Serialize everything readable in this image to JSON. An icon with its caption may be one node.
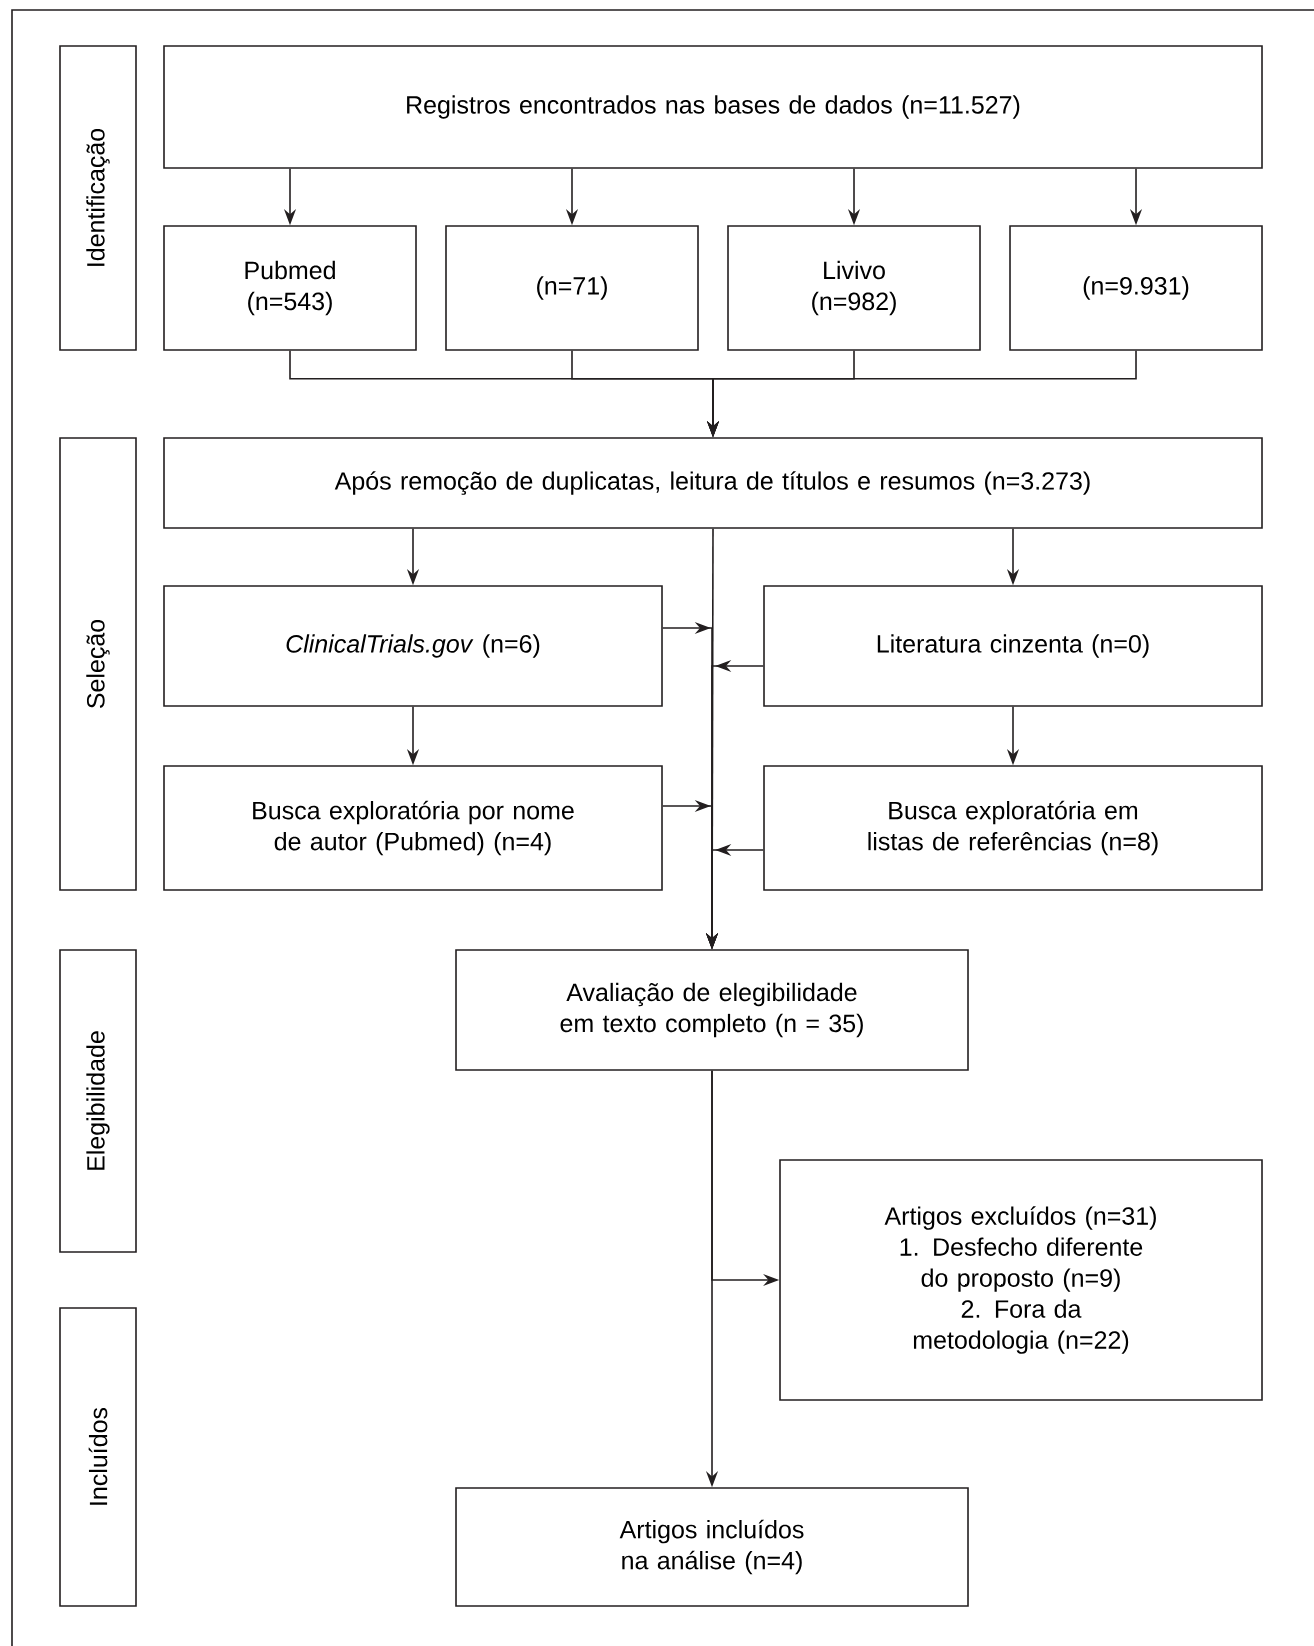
{
  "diagram": {
    "nodes": [
      {
        "text": [
          "Identificação"
        ]
      },
      {
        "text": [
          "Registros encontrados nas bases de dados (n=11.527)"
        ]
      },
      {
        "text": [
          "Pubmed (n=543)"
        ]
      },
      {
        "text": [
          "(n=71)"
        ]
      },
      {
        "text": [
          "Livivo (n=982)"
        ]
      },
      {
        "text": [
          "(n=9.931)"
        ]
      },
      {
        "text": [
          "Seleção"
        ]
      },
      {
        "text": [
          "Após remoção de duplicatas, leitura de títulos e resumos (n=3.273)"
        ]
      },
      {
        "text": [
          "*ClinicalTrials.gov* (n=6)"
        ]
      },
      {
        "text": [
          "Literatura cinzenta (n=0)"
        ]
      },
      {
        "text": [
          "Busca exploratória por nome de autor (Pubmed) (n=4)"
        ]
      },
      {
        "text": [
          "Busca exploratória em listas de referências (n=8)"
        ]
      },
      {
        "text": [
          "Elegibilidade"
        ]
      },
      {
        "text": [
          "Avaliação de elegibilidade em texto completo (n = 35)"
        ]
      },
      {
        "text": [
          "Artigos excluídos (n=31)",
          "1. Desfecho diferente do proposto (n=9)",
          "2. Fora da metodologia (n=22)"
        ]
      },
      {
        "text": [
          "Incluídos"
        ]
      },
      {
        "text": [
          "Artigos incluídos na análise (n=4)"
        ]
      }
    ],
    "edges": [
      {
        "from": 1,
        "to": 2,
        "arrow": "to"
      },
      {
        "from": 1,
        "to": 3,
        "arrow": "to"
      },
      {
        "from": 1,
        "to": 4,
        "arrow": "to"
      },
      {
        "from": 1,
        "to": 5,
        "arrow": "to"
      },
      {
        "from": 2,
        "to": 7,
        "arrow": "to"
      },
      {
        "from": 3,
        "to": 7,
        "arrow": "to"
      },
      {
        "from": 4,
        "to": 7,
        "arrow": "to"
      },
      {
        "from": 5,
        "to": 7,
        "arrow": "to"
      },
      {
        "from": 7,
        "to": 8,
        "arrow": "to"
      },
      {
        "from": 7,
        "to": 9,
        "arrow": "to"
      },
      {
        "from": 8,
        "to": 10,
        "arrow": "to"
      },
      {
        "from": 9,
        "to": 11,
        "arrow": "to"
      },
      {
        "from": 7,
        "to": 13,
        "arrow": "to"
      },
      {
        "from": 8,
        "to": 13,
        "arrow": "to"
      },
      {
        "from": 9,
        "to": 13,
        "arrow": "to"
      },
      {
        "from": 10,
        "to": 13,
        "arrow": "to"
      },
      {
        "from": 11,
        "to": 13,
        "arrow": "to"
      },
      {
        "from": 13,
        "to": 14,
        "arrow": "to"
      },
      {
        "from": 13,
        "to": 16,
        "arrow": "to"
      }
    ]
  }
}
